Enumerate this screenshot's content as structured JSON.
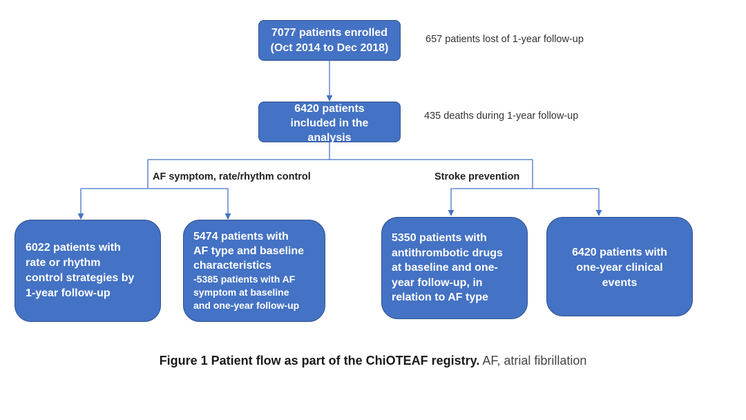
{
  "colors": {
    "box_fill": "#4472c4",
    "box_border": "#2f528f",
    "connector": "#4472c4"
  },
  "enrolled": {
    "lines": [
      "7077 patients enrolled",
      "(Oct 2014 to Dec 2018)"
    ]
  },
  "lost_note": "657 patients lost of 1-year follow-up",
  "included": {
    "lines": [
      "6420 patients",
      "included in the",
      "analysis"
    ]
  },
  "deaths_note": "435 deaths during 1-year follow-up",
  "branches": {
    "left_label": "AF symptom, rate/rhythm control",
    "right_label": "Stroke prevention"
  },
  "outcomes": {
    "rate_rhythm": {
      "lines": [
        "6022 patients with",
        "rate or rhythm",
        "control strategies by",
        "1-year  follow-up"
      ]
    },
    "af_type": {
      "lines": [
        "5474 patients with",
        "AF type and baseline",
        "characteristics"
      ],
      "sub_lines": [
        "-5385 patients with AF",
        "symptom at baseline",
        "and one-year follow-up"
      ]
    },
    "antithrombotic": {
      "lines": [
        "5350 patients with",
        "antithrombotic drugs",
        "at baseline and one-",
        "year follow-up, in",
        "relation to AF type"
      ]
    },
    "clinical_events": {
      "lines": [
        "6420 patients with",
        "one-year clinical",
        "events"
      ]
    }
  },
  "caption": {
    "bold": "Figure 1 Patient flow as part of the ChiOTEAF registry.",
    "normal": "AF, atrial fibrillation"
  }
}
